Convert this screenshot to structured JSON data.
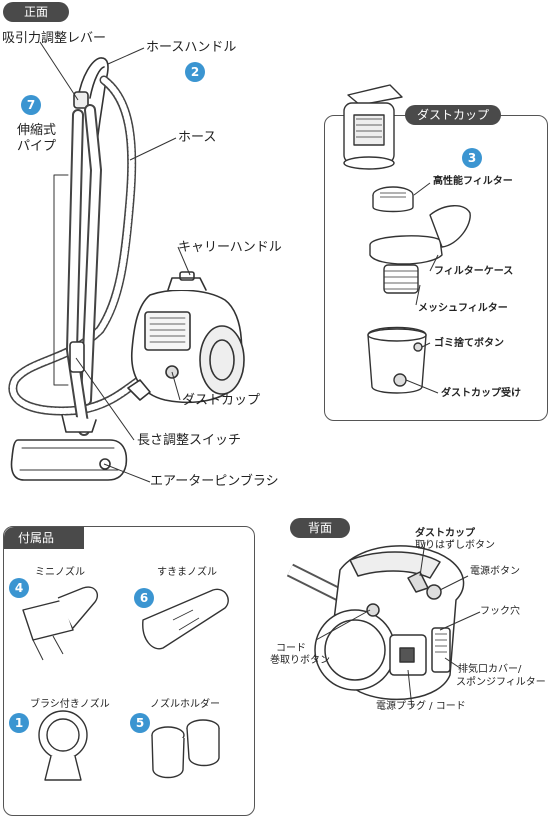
{
  "front": {
    "header": "正面",
    "labels": {
      "suction_lever": "吸引力調整レバー",
      "hose_handle": "ホースハンドル",
      "hose_handle_num": "2",
      "pipe_num": "7",
      "telescopic_pipe_1": "伸縮式",
      "telescopic_pipe_2": "パイプ",
      "hose": "ホース",
      "carry_handle": "キャリーハンドル",
      "dust_cup": "ダストカップ",
      "length_switch": "長さ調整スイッチ",
      "air_turbine_brush": "エアーターピンブラシ"
    }
  },
  "dust_cup_panel": {
    "header": "ダストカップ",
    "num": "3",
    "labels": {
      "hepa_filter": "高性能フィルター",
      "filter_case": "フィルターケース",
      "mesh_filter": "メッシュフィルター",
      "dump_button": "ゴミ捨てボタン",
      "dust_cup_receiver": "ダストカップ受け"
    }
  },
  "accessories": {
    "header": "付属品",
    "items": [
      {
        "num": "4",
        "label": "ミニノズル"
      },
      {
        "num": "6",
        "label": "すきまノズル"
      },
      {
        "num": "1",
        "label": "ブラシ付きノズル"
      },
      {
        "num": "5",
        "label": "ノズルホルダー"
      }
    ]
  },
  "back": {
    "header": "背面",
    "labels": {
      "dust_cup_release_1": "ダストカップ",
      "dust_cup_release_2": "取りはずしボタン",
      "power_button": "電源ボタン",
      "hook_hole": "フック穴",
      "cord_rewind_1": "コード",
      "cord_rewind_2": "巻取りボタン",
      "exhaust_cover_1": "排気口カバー/",
      "exhaust_cover_2": "スポンジフィルター",
      "power_plug": "電源プラグ / コード"
    }
  }
}
